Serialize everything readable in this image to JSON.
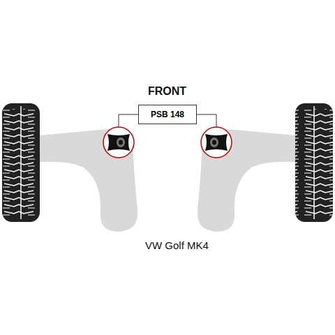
{
  "diagram": {
    "title": "FRONT",
    "caption": "VW Golf MK4",
    "nodes": [
      {
        "text": [
          "PSB 148"
        ]
      }
    ]
  }
}
